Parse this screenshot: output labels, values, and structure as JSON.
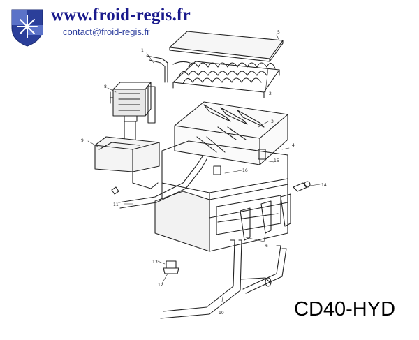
{
  "header": {
    "site_url": "www.froid-regis.fr",
    "contact": "contact@froid-regis.fr",
    "logo_icon": "snowflake-shield-icon",
    "colors": {
      "url": "#1a1a8c",
      "contact": "#2e3f9e",
      "logo_blue": "#2b3f9a"
    }
  },
  "model": "CD40-HYD",
  "parts": {
    "p1": "1",
    "p2": "2",
    "p3": "3",
    "p4": "4",
    "p5": "5",
    "p6": "6",
    "p8": "8",
    "p9": "9",
    "p10": "10",
    "p11": "11",
    "p12": "12",
    "p13": "13",
    "p14": "14",
    "p15": "15",
    "p16": "16"
  }
}
